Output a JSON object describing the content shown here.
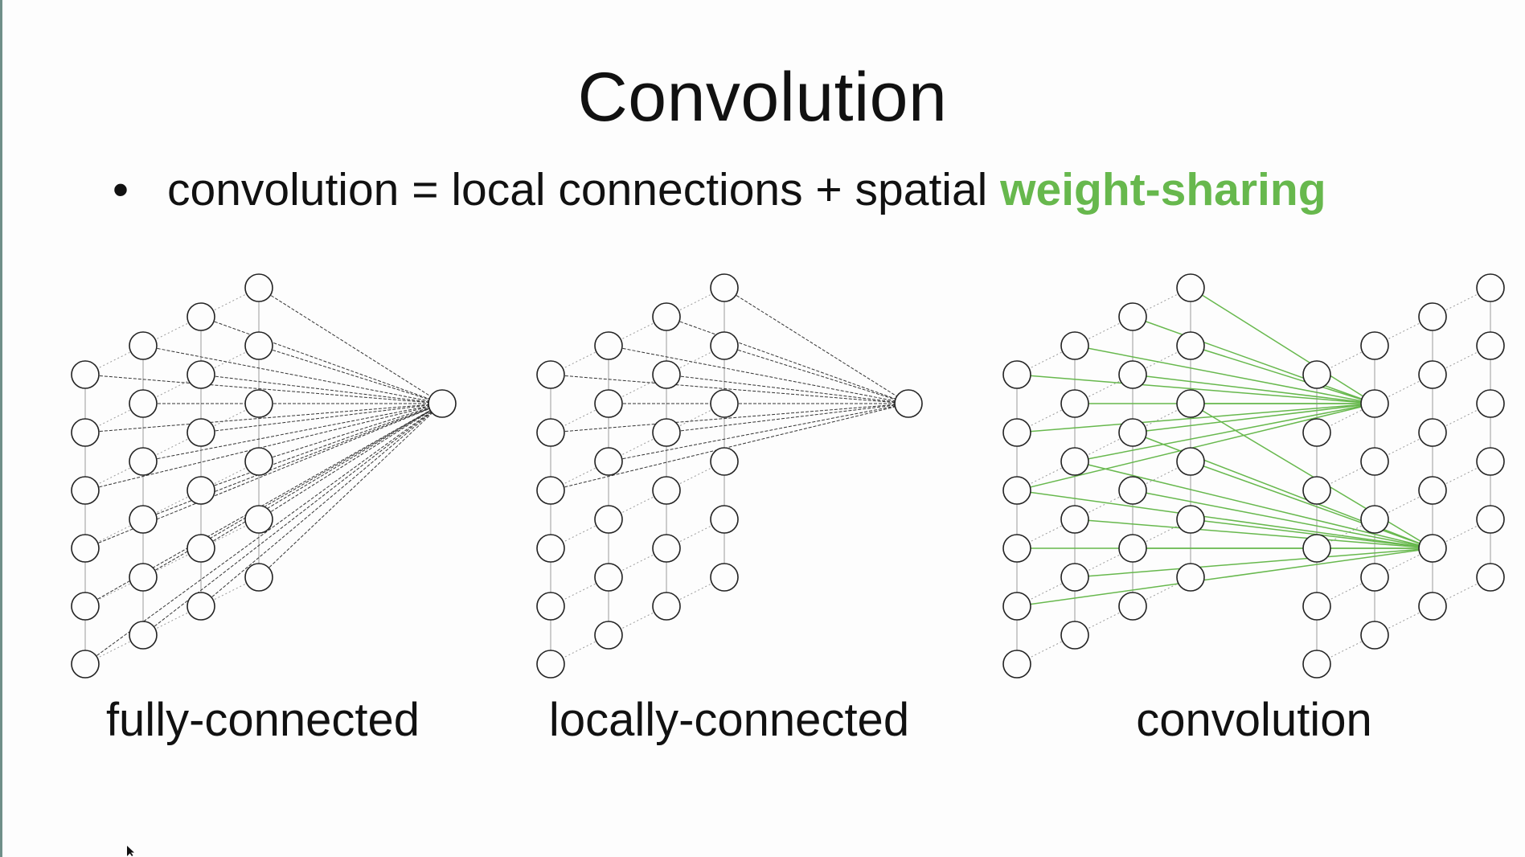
{
  "slide": {
    "title": "Convolution",
    "bullet": {
      "marker": "•",
      "text": "convolution = local connections + spatial ",
      "highlight": "weight-sharing",
      "highlight_color": "#67b84d"
    }
  },
  "diagrams": [
    {
      "id": "fully-connected",
      "caption": "fully-connected",
      "connection_style": "dashed-gray"
    },
    {
      "id": "locally-connected",
      "caption": "locally-connected",
      "connection_style": "dashed-gray"
    },
    {
      "id": "convolution",
      "caption": "convolution",
      "connection_style": "solid-green"
    }
  ],
  "colors": {
    "node_stroke": "#222222",
    "grid_stroke": "#9a9a9a",
    "connection_gray": "#333333",
    "connection_green": "#67b84d"
  }
}
